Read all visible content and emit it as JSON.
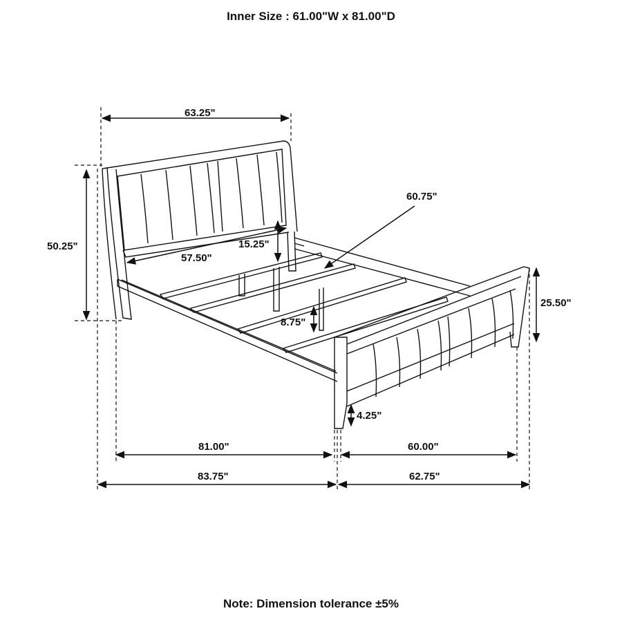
{
  "header": {
    "title": "Inner Size : 61.00\"W x 81.00\"D"
  },
  "footer": {
    "note": "Note: Dimension tolerance ±5%"
  },
  "diagram": {
    "subject": "bed-frame-line-drawing",
    "stroke_color": "#111111",
    "background": "#ffffff",
    "dimensions": {
      "headboard_width": "63.25\"",
      "headboard_height": "50.25\"",
      "headboard_inner_width": "57.50\"",
      "headboard_rail_clearance": "15.25\"",
      "slat_length": "60.75\"",
      "rail_height": "8.75\"",
      "footboard_height": "25.50\"",
      "leg_clearance": "4.25\"",
      "inner_length": "81.00\"",
      "inner_width": "60.00\"",
      "overall_length": "83.75\"",
      "overall_width": "62.75\""
    }
  }
}
